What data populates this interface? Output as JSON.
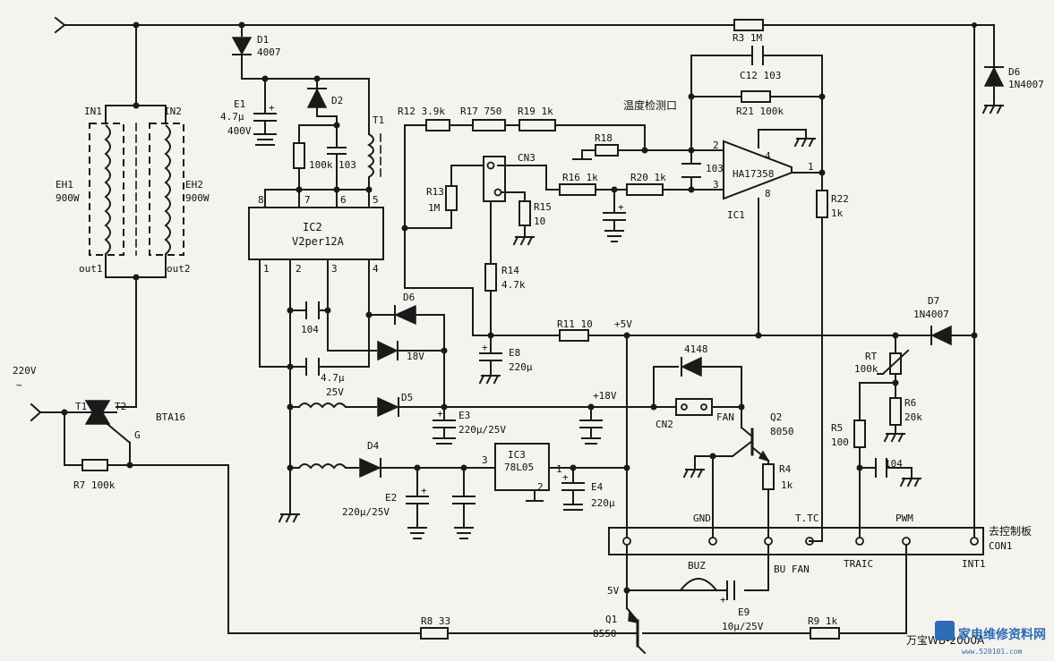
{
  "diagram": {
    "header_cn": "温度检测口",
    "plug_label_cn": "去控制板",
    "plug_name": "CON1",
    "mains": "220V",
    "mains_symbol": "~",
    "supply_5v": "+5V",
    "supply_18v": "+18V",
    "model": "万宝WB-2000A",
    "watermark": "家电维修资料网",
    "watermark_url": "www.520101.com"
  },
  "heaters": {
    "in1": "IN1",
    "in2": "IN2",
    "eh1": "EH1",
    "eh1_w": "900W",
    "eh2": "EH2",
    "eh2_w": "900W",
    "out1": "out1",
    "out2": "out2"
  },
  "triac": {
    "t1": "T1",
    "t2": "T2",
    "g": "G",
    "name": "BTA16"
  },
  "ic2": {
    "name": "IC2",
    "part": "V2per12A",
    "pins_top": [
      "8",
      "7",
      "6",
      "5"
    ],
    "pins_bottom": [
      "1",
      "2",
      "3",
      "4"
    ]
  },
  "ic1": {
    "name": "IC1",
    "part": "HA17358",
    "p2": "2",
    "p3": "3",
    "p4": "4",
    "p1": "1",
    "p8": "8"
  },
  "ic3": {
    "name": "IC3",
    "part": "78L05",
    "p1": "1",
    "p2": "2",
    "p3": "3"
  },
  "parts": {
    "d1": "D1",
    "d1v": "4007",
    "d2": "D2",
    "t1x": "T1",
    "e1": "E1",
    "e1v": "4.7μ",
    "e1v2": "400V",
    "r100k": "100k",
    "c103a": "103",
    "r12": "R12 3.9k",
    "r17": "R17 750",
    "r19": "R19 1k",
    "r3": "R3 1M",
    "c12": "C12 103",
    "r21": "R21 100k",
    "r18": "R18",
    "r16": "R16 1k",
    "r20": "R20 1k",
    "c103b": "103",
    "cn3": "CN3",
    "r13": "R13",
    "r13v": "1M",
    "r15": "R15",
    "r15v": "10",
    "r14": "R14",
    "r14v": "4.7k",
    "r22": "R22",
    "r22v": "1k",
    "d6": "D6",
    "d6b": "D6",
    "d6v": "1N4007",
    "d7": "D7",
    "d7v": "1N4007",
    "c104a": "104",
    "d18": "18V",
    "c47": "4.7μ",
    "c47v": "25V",
    "e8": "E8",
    "e8v": "220μ",
    "r11": "R11 10",
    "rt": "RT",
    "rtv": "100k",
    "r6": "R6",
    "r6v": "20k",
    "r5": "R5",
    "r5v": "100",
    "c104b": "104",
    "d5": "D5",
    "e3": "E3",
    "e3v": "220μ/25V",
    "d4": "D4",
    "e2": "E2",
    "e2v": "220μ/25V",
    "e4": "E4",
    "e4v": "220μ",
    "d4148": "4148",
    "cn2": "CN2",
    "fan": "FAN",
    "q2": "Q2",
    "q2v": "8050",
    "r4": "R4",
    "r4v": "1k",
    "buz": "BUZ",
    "e9": "E9",
    "e9v": "10μ/25V",
    "q1": "Q1",
    "q1v": "8550",
    "r8": "R8 33",
    "r9": "R9 1k",
    "r7": "R7 100k",
    "v5": "5V"
  },
  "connector": {
    "labels_top": [
      "GND",
      "T.TC",
      "PWM"
    ],
    "labels_bottom": [
      "TRAIC",
      "BU FAN",
      "INT1"
    ]
  }
}
